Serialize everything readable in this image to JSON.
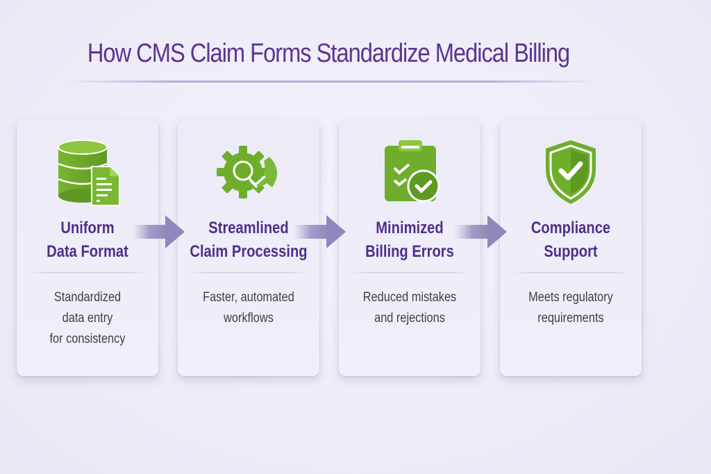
{
  "title": "How CMS Claim Forms Standardize Medical Billing",
  "colors": {
    "title": "#5a3590",
    "heading": "#4f2f8c",
    "description": "#3f3c4c",
    "icon_green": "#6fae2c",
    "icon_green_light": "#8dc63f",
    "arrow": "#8f88bb",
    "card_bg": "#efeef9",
    "page_bg": "#eeecf7"
  },
  "cards": [
    {
      "icon": "database-document-icon",
      "heading_line1": "Uniform",
      "heading_line2": "Data Format",
      "desc_line1": "Standardized",
      "desc_line2": "data entry",
      "desc_line3": "for consistency"
    },
    {
      "icon": "gear-process-icon",
      "heading_line1": "Streamlined",
      "heading_line2": "Claim Processing",
      "desc_line1": "Faster, automated",
      "desc_line2": "workflows",
      "desc_line3": ""
    },
    {
      "icon": "clipboard-check-icon",
      "heading_line1": "Minimized",
      "heading_line2": "Billing Errors",
      "desc_line1": "Reduced mistakes",
      "desc_line2": "and rejections",
      "desc_line3": ""
    },
    {
      "icon": "shield-check-icon",
      "heading_line1": "Compliance",
      "heading_line2": "Support",
      "desc_line1": "Meets regulatory",
      "desc_line2": "requirements",
      "desc_line3": ""
    }
  ],
  "arrows": [
    "arrow-right-icon",
    "arrow-right-icon",
    "arrow-right-icon"
  ]
}
